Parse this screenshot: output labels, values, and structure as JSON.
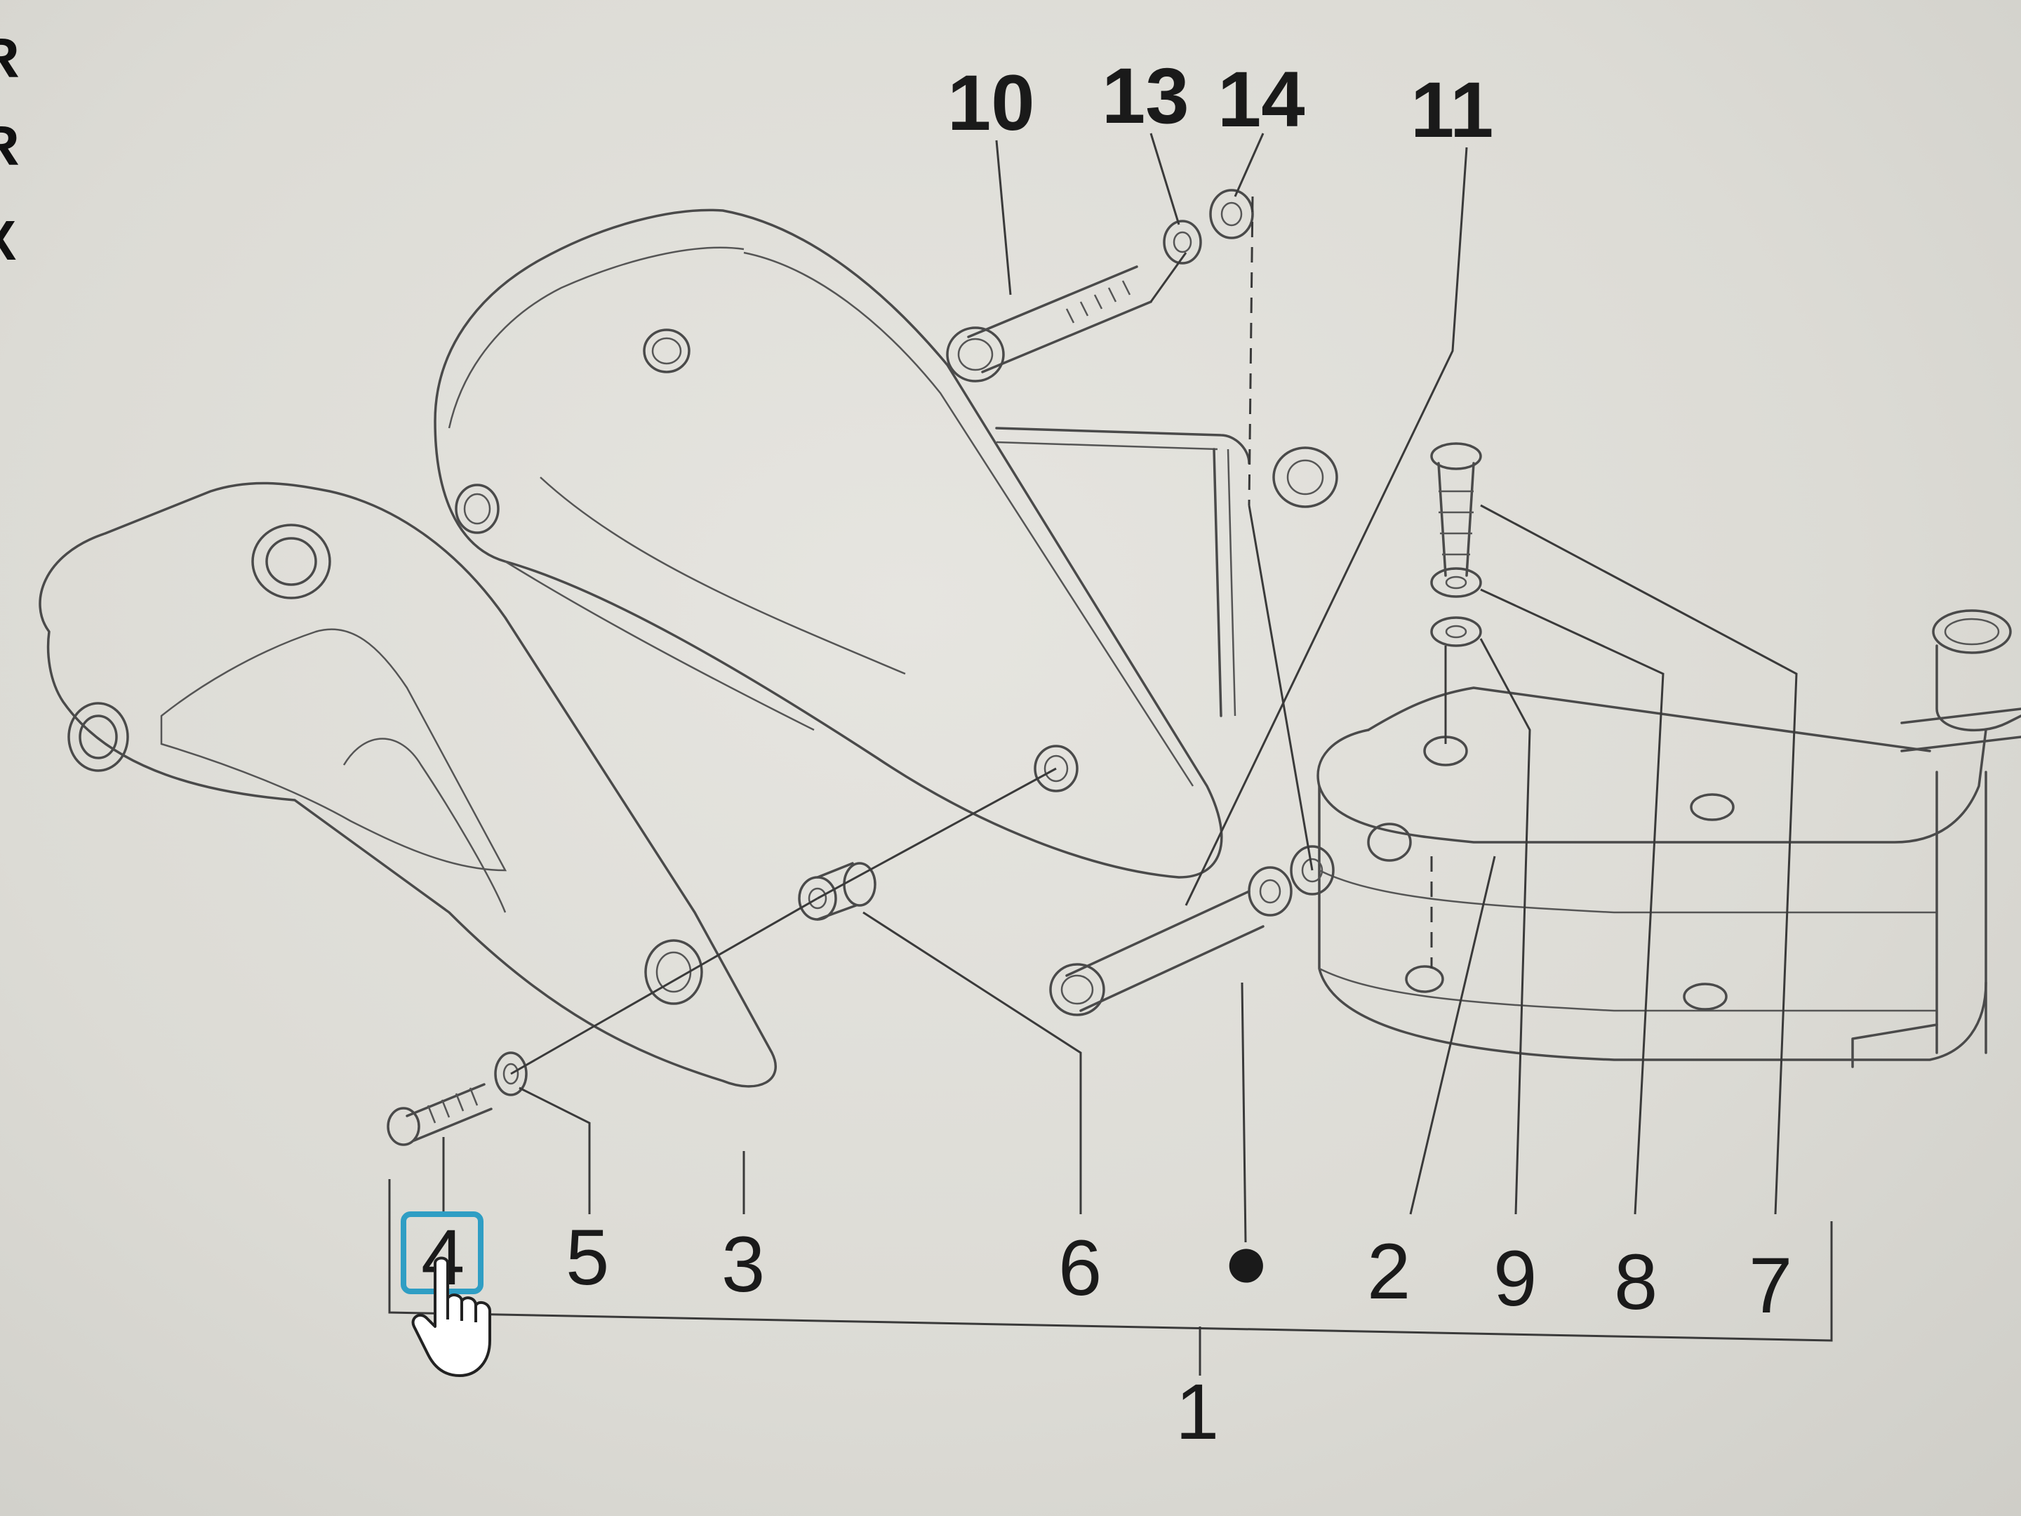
{
  "diagram": {
    "callouts_top": [
      "10",
      "13",
      "14",
      "11"
    ],
    "callouts_bottom": [
      "4",
      "5",
      "3",
      "6",
      "2",
      "9",
      "8",
      "7"
    ],
    "callout_group": "1",
    "bullet_marker": "●",
    "edge_glyphs": [
      "R",
      "R",
      "X"
    ]
  },
  "interaction": {
    "hovered_callout": "4",
    "cursor_icon": "hand-pointer-icon",
    "highlight_color": "#2f9ec4"
  }
}
